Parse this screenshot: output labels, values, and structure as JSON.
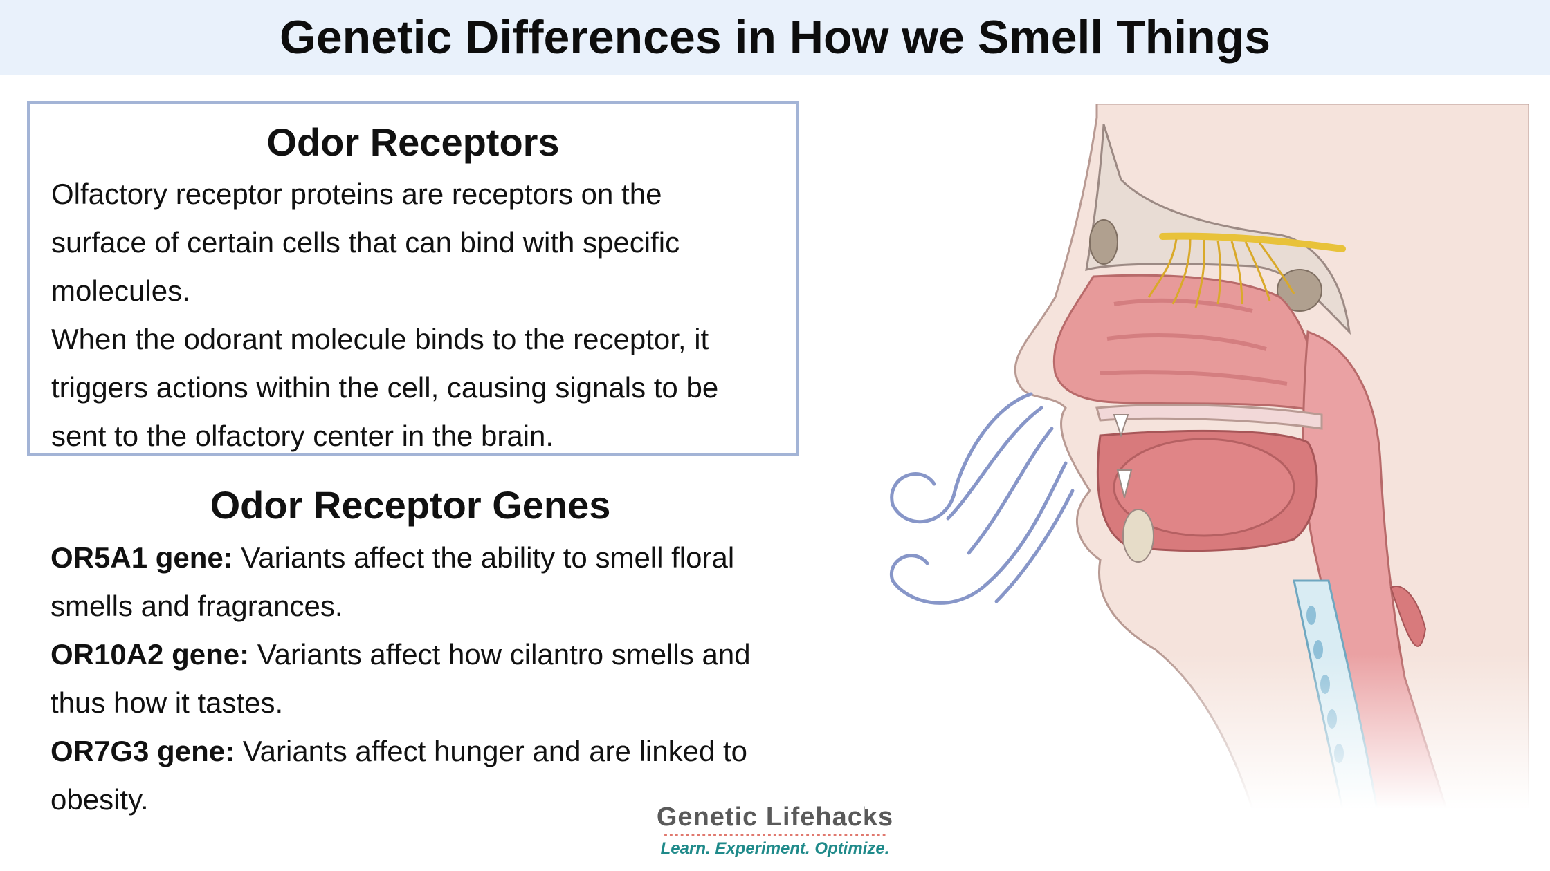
{
  "header": {
    "title": "Genetic Differences in How we Smell Things"
  },
  "receptors": {
    "title": "Odor Receptors",
    "lines": [
      "Olfactory receptor proteins are receptors on the",
      "surface of certain cells that can bind with specific",
      "molecules.",
      "When the odorant molecule binds to the receptor, it",
      "triggers actions within the cell, causing signals to be",
      "sent to the olfactory center in the brain."
    ]
  },
  "genes": {
    "title": "Odor Receptor Genes",
    "items": [
      {
        "name": "OR5A1 gene:",
        "line1": " Variants affect the ability to smell floral",
        "line2": "smells and fragrances."
      },
      {
        "name": "OR10A2 gene:",
        "line1": " Variants affect how cilantro smells and",
        "line2": "thus how it tastes."
      },
      {
        "name": "OR7G3 gene:",
        "line1": " Variants affect hunger and are linked to",
        "line2": "obesity."
      }
    ]
  },
  "logo": {
    "name": "Genetic Lifehacks",
    "tagline": "Learn. Experiment. Optimize."
  },
  "illustration": {
    "icon": "nasal-cavity-cross-section-icon"
  },
  "colors": {
    "header_bg": "#e9f1fb",
    "box_border": "#a3b4d6",
    "tissue": "#e79a9a",
    "nerve": "#e8c23a",
    "airflow": "#8796c8",
    "logo_tagline": "#1f8a8a"
  }
}
